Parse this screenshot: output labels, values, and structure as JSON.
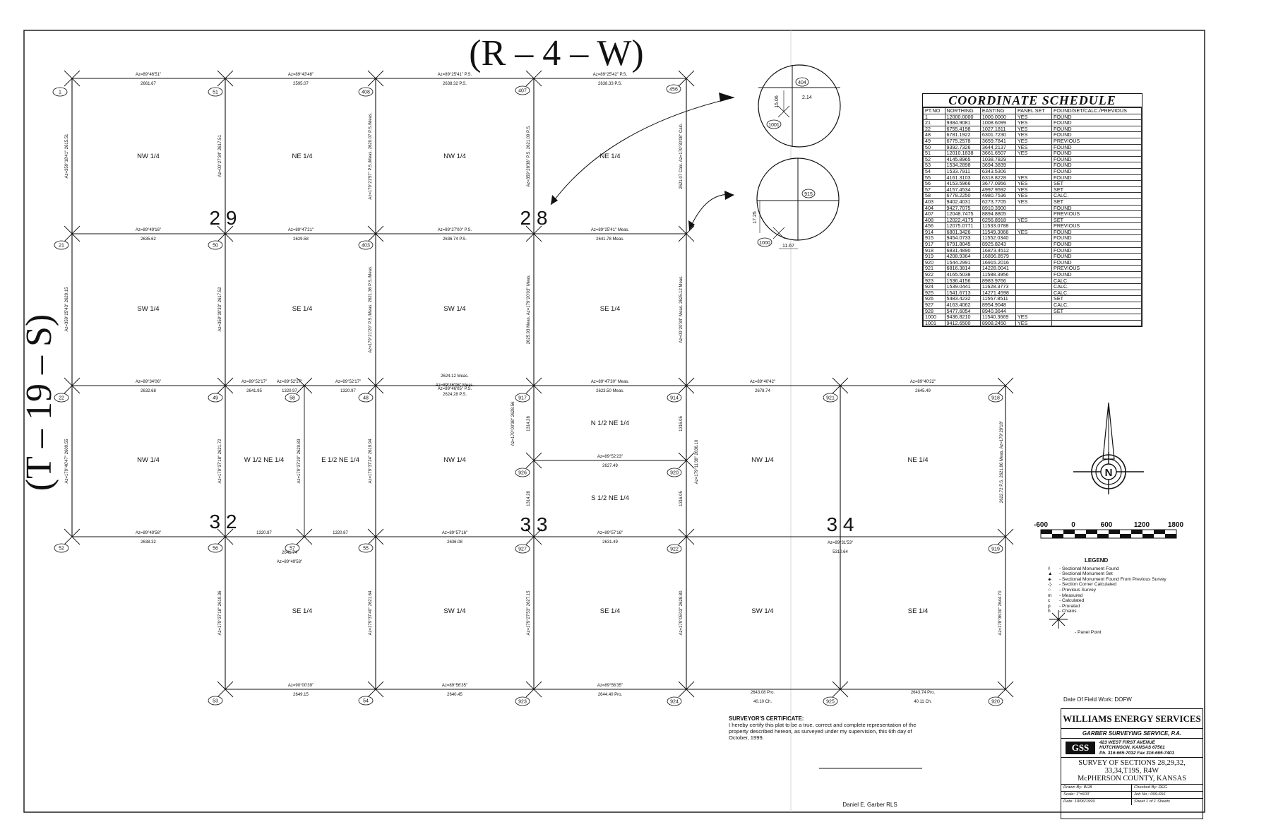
{
  "header": {
    "range": "(R – 4 – W)",
    "township": "(T – 19 – S)"
  },
  "sections": [
    {
      "label": "2 9"
    },
    {
      "label": "2 8"
    },
    {
      "label": "3 2"
    },
    {
      "label": "3 3"
    },
    {
      "label": "3 4"
    }
  ],
  "quarters": [
    "NW 1/4",
    "NE 1/4",
    "NW 1/4",
    "NE 1/4",
    "SW 1/4",
    "SE 1/4",
    "SW 1/4",
    "SE 1/4",
    "NW 1/4",
    "W 1/2 NE 1/4",
    "E 1/2 NE 1/4",
    "NW 1/4",
    "N 1/2 NE 1/4",
    "S 1/2 NE 1/4",
    "NW 1/4",
    "NE 1/4",
    "SE 1/4",
    "SW 1/4",
    "SE 1/4",
    "SW 1/4",
    "SE 1/4"
  ],
  "points": [
    "1",
    "51",
    "408",
    "407",
    "456",
    "21",
    "50",
    "403",
    "22",
    "49",
    "58",
    "48",
    "917",
    "914",
    "921",
    "918",
    "926",
    "920",
    "52",
    "56",
    "57",
    "55",
    "927",
    "922",
    "919",
    "53",
    "54",
    "923",
    "924",
    "925",
    "404",
    "1000",
    "915",
    "1001"
  ],
  "h_labels": [
    {
      "az": "Az=89°46'51\"",
      "d": "2661.67"
    },
    {
      "az": "Az=89°43'48\"",
      "d": "2595.07"
    },
    {
      "az": "Az=89°25'41\" P.S.",
      "d": "2638.32 P.S."
    },
    {
      "az": "Az=89°25'42\" P.S.",
      "d": "2638.33 P.S."
    },
    {
      "az": "Az=89°49'16\"",
      "d": "2635.62"
    },
    {
      "az": "Az=89°47'21\"",
      "d": "2629.58"
    },
    {
      "az": "Az=89°27'00\" P.S.",
      "d": "2636.74 P.S."
    },
    {
      "az": "Az=89°25'41\" Meas.",
      "d": "2641.78 Meas."
    },
    {
      "az": "Az=89°34'06\"",
      "d": "2632.68"
    },
    {
      "az": "Az=89°52'17\"",
      "d": "2641.95"
    },
    {
      "az": "Az=89°52'17\"",
      "d": "1320.97"
    },
    {
      "az": "Az=89°52'17\"",
      "d": "1320.97"
    },
    {
      "az": "2624.12 Meas.",
      "d": "Az=89°46'06\" Meas."
    },
    {
      "az": "Az=89°46'05\" P.S.",
      "d": "2624.28 P.S."
    },
    {
      "az": "Az=89°47'30\" Meas.",
      "d": "2623.50 Meas."
    },
    {
      "az": "Az=89°40'42\"",
      "d": "2678.74"
    },
    {
      "az": "Az=89°40'22\"",
      "d": "2645.49"
    },
    {
      "az": "Az=89°52'23\"",
      "d": "2627.49"
    },
    {
      "az": "Az=89°49'58\"",
      "d": "2638.32"
    },
    {
      "az": "1320.87",
      "d": ""
    },
    {
      "az": "1320.87",
      "d": ""
    },
    {
      "az": "2641.74",
      "d": "Az=89°49'58\""
    },
    {
      "az": "Az=89°57'16\"",
      "d": "2636.08"
    },
    {
      "az": "Az=89°57'16\"",
      "d": "2631.49"
    },
    {
      "az": "Az=89°31'53\"",
      "d": "5310.64"
    },
    {
      "az": "Az=90°00'39\"",
      "d": "2649.15"
    },
    {
      "az": "Az=89°56'35\"",
      "d": "2640.45"
    },
    {
      "az": "Az=89°56'35\"",
      "d": "2644.40 Pro."
    },
    {
      "az": "2643.08 Pro.",
      "d": "40.10 Ch."
    },
    {
      "az": "2643.74 Pro.",
      "d": "40.11 Ch."
    }
  ],
  "v_labels": [
    "Az=359°18'41\" 2615.51",
    "Az=00°27'34\" 2617.51",
    "Az=179°21'57\" P.S./Meas. 2620.07 P.S./Meas.",
    "Az=359°28'38\" P.S. 2621.09 P.S.",
    "2621.07 Calc. Az=179°30'08\" Calc.",
    "Az=359°25'43\" 2629.15",
    "Az=359°39'33\" 2617.52",
    "Az=179°21'20\" P.S./Meas. 2621.36 P.S./Meas.",
    "2625.93 Meas. Az=179°20'03\" Meas.",
    "Az=00°20'34\" Meas. 2625.12 Meas.",
    "Az=179°40'47\" 2609.55",
    "Az=179°37'18\" 2621.72",
    "Az=179°37'20\" 2620.83",
    "Az=179°37'24\" 2619.94",
    "Az=179°00'38\" 2628.56",
    "1314.28",
    "1316.05",
    "Az=179°11'38\" 2636.10",
    "2622.72 P.S. 2621.86 Meas. Az=179°29'18\"",
    "1314.28",
    "1316.05",
    "Az=179°37'18\" 2619.36",
    "Az=179°37'40\" 2621.64",
    "Az=179°27'53\" 2627.15",
    "Az=179°05'03\" 2628.80",
    "Az=178°36'30\" 2644.70"
  ],
  "insets": {
    "top": {
      "dim_v": "15.06",
      "dim_h": "2.14"
    },
    "bottom": {
      "dim_v": "17.25",
      "dim_h": "11.67"
    }
  },
  "schedule": {
    "title": "COORDINATE SCHEDULE",
    "headers": [
      "PT.NO",
      "NORTHING",
      "EASTING",
      "PANEL SET",
      "FOUND/SET/CALC./PREVIOUS"
    ],
    "rows": [
      [
        "1",
        "12000.0000",
        "1000.0000",
        "YES",
        "FOUND"
      ],
      [
        "21",
        "9384.9081",
        "1008.6099",
        "YES",
        "FOUND"
      ],
      [
        "22",
        "6755.4198",
        "1027.1811",
        "YES",
        "FOUND"
      ],
      [
        "48",
        "6781.1922",
        "6301.7230",
        "YES",
        "FOUND"
      ],
      [
        "49",
        "6775.2578",
        "3659.7841",
        "YES",
        "PREVIOUS"
      ],
      [
        "50",
        "9392.7326",
        "3644.2137",
        "YES",
        "FOUND"
      ],
      [
        "51",
        "12010.1838",
        "3661.6507",
        "YES",
        "FOUND"
      ],
      [
        "52",
        "4145.8965",
        "1038.7829",
        "",
        "FOUND"
      ],
      [
        "53",
        "1534.2898",
        "3694.3839",
        "",
        "FOUND"
      ],
      [
        "54",
        "1533.7911",
        "6343.5306",
        "",
        "FOUND"
      ],
      [
        "55",
        "4161.3103",
        "6318.8228",
        "YES",
        "FOUND"
      ],
      [
        "56",
        "4153.5966",
        "3677.0956",
        "YES",
        "SET"
      ],
      [
        "57",
        "4157.4534",
        "4997.9592",
        "YES",
        "SET"
      ],
      [
        "58",
        "6778.2250",
        "4980.7536",
        "YES",
        "CALC."
      ],
      [
        "403",
        "9402.4031",
        "6273.7705",
        "YES",
        "SET"
      ],
      [
        "404",
        "9427.7075",
        "8910.3900",
        "",
        "FOUND"
      ],
      [
        "407",
        "12048.7475",
        "8894.8805",
        "",
        "PREVIOUS"
      ],
      [
        "408",
        "12022.4175",
        "6256.8918",
        "YES",
        "SET"
      ],
      [
        "456",
        "12075.0771",
        "11533.0788",
        "",
        "PREVIOUS"
      ],
      [
        "914",
        "6801.3426",
        "11549.3066",
        "YES",
        "FOUND"
      ],
      [
        "915",
        "9454.0733",
        "11552.0340",
        "",
        "FOUND"
      ],
      [
        "917",
        "6791.8045",
        "8925.8243",
        "",
        "FOUND"
      ],
      [
        "918",
        "6831.4890",
        "16873.4512",
        "",
        "FOUND"
      ],
      [
        "919",
        "4208.9364",
        "16896.8579",
        "",
        "FOUND"
      ],
      [
        "920",
        "1544.2991",
        "16915.2016",
        "",
        "FOUND"
      ],
      [
        "921",
        "6816.3814",
        "14228.0041",
        "",
        "PREVIOUS"
      ],
      [
        "922",
        "4165.5038",
        "11588.3956",
        "",
        "FOUND"
      ],
      [
        "923",
        "1536.4156",
        "8983.9766",
        "",
        "CALC."
      ],
      [
        "924",
        "1539.0441",
        "11628.3773",
        "",
        "CALC."
      ],
      [
        "925",
        "1541.6713",
        "14271.4598",
        "",
        "CALC."
      ],
      [
        "926",
        "5483.4232",
        "11567.8511",
        "",
        "SET"
      ],
      [
        "927",
        "4163.4062",
        "8954.9048",
        "",
        "CALC."
      ],
      [
        "928",
        "5477.6054",
        "8940.3644",
        "",
        "SET"
      ],
      [
        "1000",
        "9436.8210",
        "11540.3669",
        "YES",
        ""
      ],
      [
        "1001",
        "9412.6500",
        "8908.2450",
        "YES",
        ""
      ]
    ]
  },
  "north": {
    "letter": "N"
  },
  "scale_bar": {
    "ticks": [
      "-600",
      "0",
      "600",
      "1200",
      "1800"
    ]
  },
  "legend": {
    "title": "LEGEND",
    "items": [
      "- Sectional Monument Found",
      "- Sectional Monument Set",
      "- Sectional Monument Found From Previous Survey",
      "- Section Corner Calculated",
      "- Previous Survey",
      "- Measured",
      "- Calculated",
      "- Prorated",
      "- Chains",
      "- Panel Point"
    ]
  },
  "field_work": "Date Of Field Work:  DOFW",
  "certificate": {
    "heading": "SURVEYOR'S CERTIFICATE:",
    "text": "I hereby certify this plat to be a true, correct and complete representation of the property described hereon, as surveyed under my supervision, this 6th day of October, 1999.",
    "signer": "Daniel E. Garber   RLS"
  },
  "title_block": {
    "client": "WILLIAMS ENERGY SERVICES",
    "firm": "GARBER SURVEYING SERVICE, P.A.",
    "logo": "GSS",
    "address1": "423 WEST FIRST AVENUE",
    "address2": "HUTCHINSON, KANSAS 67501",
    "phone": "Ph. 316-665-7032  Fax 316-665-7401",
    "title1": "SURVEY OF SECTIONS 28,29,32,",
    "title2": "33,34,T19S, R4W",
    "title3": "McPHERSON COUNTY, KANSAS",
    "drawn": "Drawn By:  WJA",
    "checked": "Checked By:  DEG",
    "scale": "Scale:  1\"=600'",
    "job": "Job No.:  099-656",
    "date": "Date:  10/06/1999",
    "sheet": "Sheet  1  of  1  Sheets"
  }
}
